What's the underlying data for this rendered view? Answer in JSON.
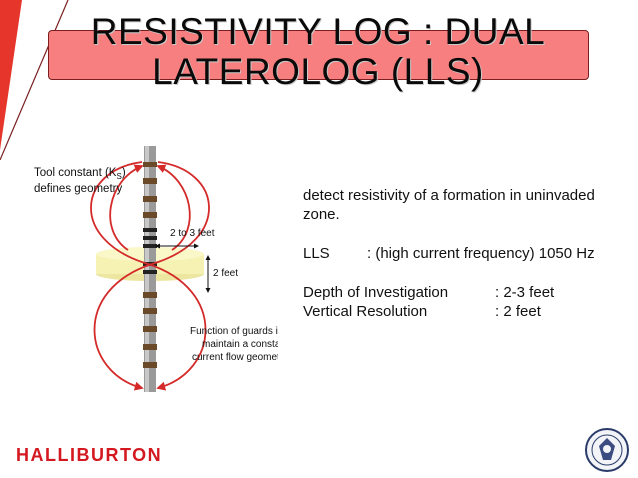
{
  "slide": {
    "title_line1": "RESISTIVITY LOG : DUAL",
    "title_line2": "LATEROLOG (LLS)",
    "colors": {
      "title_fill": "#f77f7f",
      "accent_red": "#d4181f",
      "current_lines": "#d42a2a",
      "invaded_zone": "#f4f0a8"
    },
    "figure": {
      "tool_constant_label_1": "Tool constant (K",
      "tool_constant_subscript": "S",
      "tool_constant_label_1_end": ")",
      "tool_constant_label_2": "defines geometry",
      "spacing_label": "2 to 3 feet",
      "beam_label": "2 feet",
      "guards_label_1": "Function of guards is to",
      "guards_label_2": "maintain a constant",
      "guards_label_3": "current flow geometry"
    },
    "body": {
      "line1": "detect resistivity of a formation in uninvaded",
      "line2": "zone.",
      "lls_key": "LLS",
      "lls_value": ":  (high current frequency) 1050 Hz",
      "depth_key": "Depth of Investigation",
      "depth_value": ":  2-3 feet",
      "vres_key": "Vertical Resolution",
      "vres_value": ": 2 feet"
    },
    "logo_text": "HALLIBURTON",
    "seal_icon": "university-seal-icon"
  }
}
